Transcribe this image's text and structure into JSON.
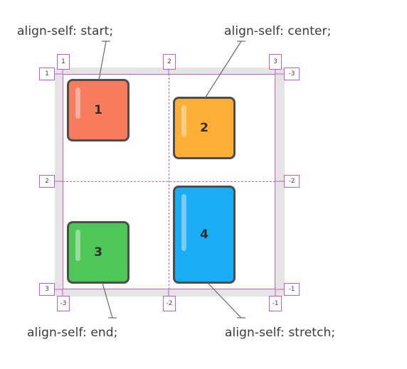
{
  "captions": {
    "start": "align-self: start;",
    "center": "align-self: center;",
    "end": "align-self: end;",
    "stretch": "align-self: stretch;"
  },
  "items": [
    {
      "label": "1",
      "color": "#f97c5e"
    },
    {
      "label": "2",
      "color": "#fdb035"
    },
    {
      "label": "3",
      "color": "#4fc658"
    },
    {
      "label": "4",
      "color": "#1aacf4"
    }
  ],
  "grid_lines": {
    "columns_top": [
      "1",
      "2",
      "3"
    ],
    "columns_bottom": [
      "-3",
      "-2",
      "-1"
    ],
    "rows_left": [
      "1",
      "2",
      "3"
    ],
    "rows_right": [
      "-3",
      "-2",
      "-1"
    ]
  },
  "colors": {
    "grid_line": "#c85ec0",
    "item_border": "#4e4e4e",
    "container": "#e4e4e4"
  }
}
